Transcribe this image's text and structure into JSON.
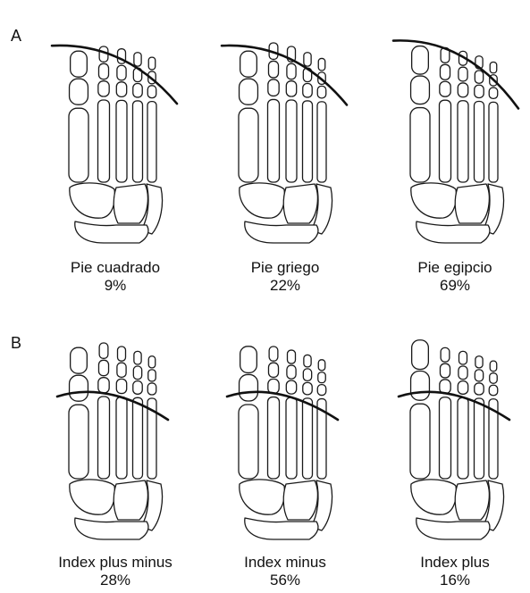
{
  "panels": [
    {
      "letter": "A",
      "figures": [
        {
          "name": "Pie cuadrado",
          "percent": "9%",
          "toe_lengths": [
            1.0,
            1.0,
            0.96,
            0.9,
            0.82
          ]
        },
        {
          "name": "Pie griego",
          "percent": "22%",
          "toe_lengths": [
            1.0,
            1.06,
            1.0,
            0.9,
            0.8
          ]
        },
        {
          "name": "Pie egipcio",
          "percent": "69%",
          "toe_lengths": [
            1.08,
            0.98,
            0.92,
            0.84,
            0.74
          ]
        }
      ]
    },
    {
      "letter": "B",
      "figures": [
        {
          "name": "Index plus minus",
          "percent": "28%",
          "toe_lengths": [
            1.0,
            1.0,
            0.94,
            0.86,
            0.78
          ]
        },
        {
          "name": "Index minus",
          "percent": "56%",
          "toe_lengths": [
            1.02,
            0.94,
            0.88,
            0.8,
            0.72
          ]
        },
        {
          "name": "Index plus",
          "percent": "16%",
          "toe_lengths": [
            1.12,
            0.92,
            0.86,
            0.78,
            0.7
          ]
        }
      ]
    }
  ],
  "colors": {
    "outline": "#1a1a1a",
    "arc": "#111111",
    "background": "#ffffff"
  }
}
